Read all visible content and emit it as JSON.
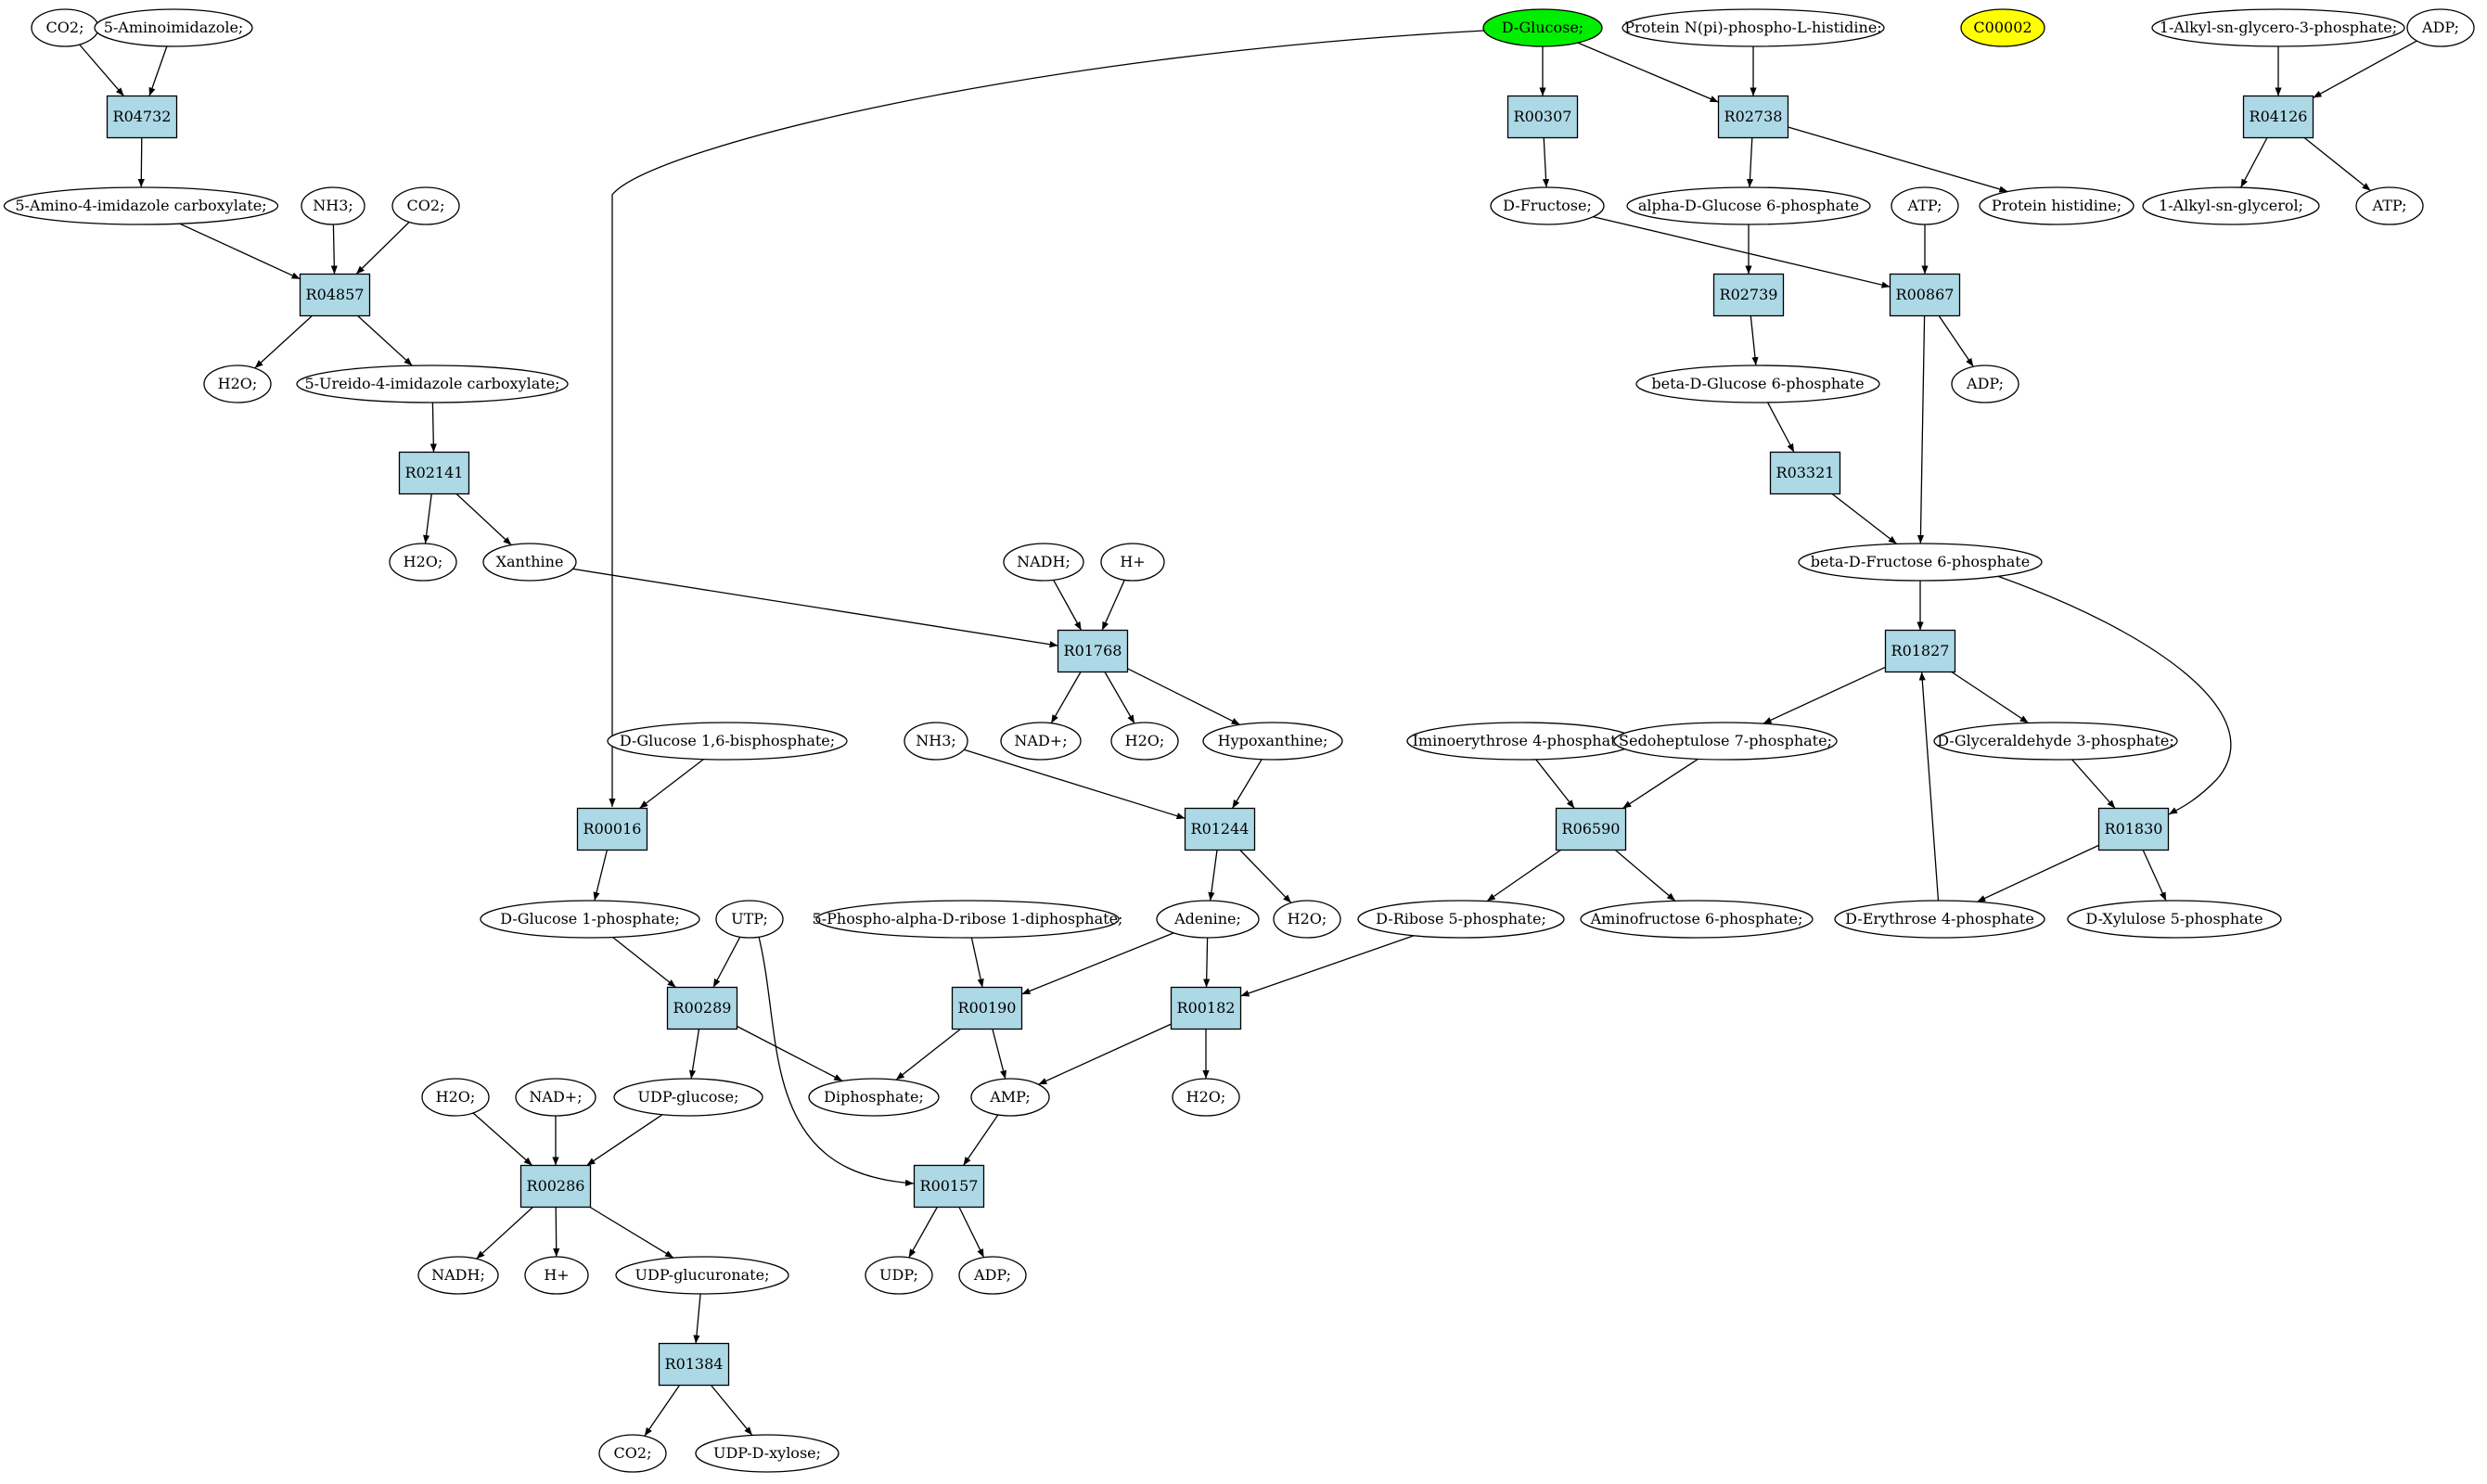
{
  "colors": {
    "compound": "#ffffff",
    "reaction": "#add8e6",
    "highlight_green": "#00ee00",
    "highlight_yellow": "#ffff00"
  },
  "compounds": [
    {
      "id": "co2_a",
      "label": "CO2;"
    },
    {
      "id": "aminoimidazole",
      "label": "5-Aminoimidazole;"
    },
    {
      "id": "amino4",
      "label": "5-Amino-4-imidazole carboxylate;"
    },
    {
      "id": "nh3_a",
      "label": "NH3;"
    },
    {
      "id": "co2_b",
      "label": "CO2;"
    },
    {
      "id": "h2o_a",
      "label": "H2O;"
    },
    {
      "id": "ureido",
      "label": "5-Ureido-4-imidazole carboxylate;"
    },
    {
      "id": "h2o_b",
      "label": "H2O;"
    },
    {
      "id": "xanthine",
      "label": "Xanthine"
    },
    {
      "id": "dglucose",
      "label": "D-Glucose;",
      "highlight": "green"
    },
    {
      "id": "protnpi",
      "label": "Protein N(pi)-phospho-L-histidine;"
    },
    {
      "id": "c00002",
      "label": "C00002",
      "highlight": "yellow"
    },
    {
      "id": "alkylg3p",
      "label": "1-Alkyl-sn-glycero-3-phosphate;"
    },
    {
      "id": "adp_a",
      "label": "ADP;"
    },
    {
      "id": "dfructose",
      "label": "D-Fructose;"
    },
    {
      "id": "aglc6p",
      "label": "alpha-D-Glucose 6-phosphate"
    },
    {
      "id": "prothis",
      "label": "Protein histidine;"
    },
    {
      "id": "atp_a",
      "label": "ATP;"
    },
    {
      "id": "alkylglycerol",
      "label": "1-Alkyl-sn-glycerol;"
    },
    {
      "id": "atp_b",
      "label": "ATP;"
    },
    {
      "id": "adp_b",
      "label": "ADP;"
    },
    {
      "id": "bglc6p",
      "label": "beta-D-Glucose 6-phosphate"
    },
    {
      "id": "bfru6p",
      "label": "beta-D-Fructose 6-phosphate"
    },
    {
      "id": "nadh_a",
      "label": "NADH;"
    },
    {
      "id": "hplus_a",
      "label": "H+"
    },
    {
      "id": "nadplus_a",
      "label": "NAD+;"
    },
    {
      "id": "h2o_c",
      "label": "H2O;"
    },
    {
      "id": "hypoxanthine",
      "label": "Hypoxanthine;"
    },
    {
      "id": "glc16bp",
      "label": "D-Glucose 1,6-bisphosphate;"
    },
    {
      "id": "nh3_b",
      "label": "NH3;"
    },
    {
      "id": "iminoery",
      "label": "Iminoerythrose 4-phosphate;"
    },
    {
      "id": "sedo7p",
      "label": "Sedoheptulose 7-phosphate;"
    },
    {
      "id": "gap",
      "label": "D-Glyceraldehyde 3-phosphate;"
    },
    {
      "id": "glc1p",
      "label": "D-Glucose 1-phosphate;"
    },
    {
      "id": "utp",
      "label": "UTP;"
    },
    {
      "id": "prpp",
      "label": "5-Phospho-alpha-D-ribose 1-diphosphate;"
    },
    {
      "id": "adenine",
      "label": "Adenine;"
    },
    {
      "id": "h2o_d",
      "label": "H2O;"
    },
    {
      "id": "rib5p",
      "label": "D-Ribose 5-phosphate;"
    },
    {
      "id": "aminofru6p",
      "label": "Aminofructose 6-phosphate;"
    },
    {
      "id": "ery4p",
      "label": "D-Erythrose 4-phosphate"
    },
    {
      "id": "xyl5p",
      "label": "D-Xylulose 5-phosphate"
    },
    {
      "id": "h2o_e",
      "label": "H2O;"
    },
    {
      "id": "nadplus_b",
      "label": "NAD+;"
    },
    {
      "id": "udpglucose",
      "label": "UDP-glucose;"
    },
    {
      "id": "diphosphate",
      "label": "Diphosphate;"
    },
    {
      "id": "amp",
      "label": "AMP;"
    },
    {
      "id": "h2o_f",
      "label": "H2O;"
    },
    {
      "id": "nadh_b",
      "label": "NADH;"
    },
    {
      "id": "hplus_b",
      "label": "H+"
    },
    {
      "id": "udpglucuronate",
      "label": "UDP-glucuronate;"
    },
    {
      "id": "udp",
      "label": "UDP;"
    },
    {
      "id": "adp_c",
      "label": "ADP;"
    },
    {
      "id": "co2_c",
      "label": "CO2;"
    },
    {
      "id": "udpxylose",
      "label": "UDP-D-xylose;"
    }
  ],
  "reactions": [
    {
      "id": "R04732",
      "label": "R04732"
    },
    {
      "id": "R04857",
      "label": "R04857"
    },
    {
      "id": "R02141",
      "label": "R02141"
    },
    {
      "id": "R00307",
      "label": "R00307"
    },
    {
      "id": "R02738",
      "label": "R02738"
    },
    {
      "id": "R04126",
      "label": "R04126"
    },
    {
      "id": "R02739",
      "label": "R02739"
    },
    {
      "id": "R00867",
      "label": "R00867"
    },
    {
      "id": "R03321",
      "label": "R03321"
    },
    {
      "id": "R01768",
      "label": "R01768"
    },
    {
      "id": "R01827",
      "label": "R01827"
    },
    {
      "id": "R00016",
      "label": "R00016"
    },
    {
      "id": "R01244",
      "label": "R01244"
    },
    {
      "id": "R06590",
      "label": "R06590"
    },
    {
      "id": "R01830",
      "label": "R01830"
    },
    {
      "id": "R00289",
      "label": "R00289"
    },
    {
      "id": "R00190",
      "label": "R00190"
    },
    {
      "id": "R00182",
      "label": "R00182"
    },
    {
      "id": "R00286",
      "label": "R00286"
    },
    {
      "id": "R00157",
      "label": "R00157"
    },
    {
      "id": "R01384",
      "label": "R01384"
    }
  ],
  "edges": [
    [
      "co2_a",
      "R04732"
    ],
    [
      "aminoimidazole",
      "R04732"
    ],
    [
      "R04732",
      "amino4"
    ],
    [
      "amino4",
      "R04857"
    ],
    [
      "nh3_a",
      "R04857"
    ],
    [
      "co2_b",
      "R04857"
    ],
    [
      "R04857",
      "h2o_a"
    ],
    [
      "R04857",
      "ureido"
    ],
    [
      "ureido",
      "R02141"
    ],
    [
      "R02141",
      "h2o_b"
    ],
    [
      "R02141",
      "xanthine"
    ],
    [
      "dglucose",
      "R00307"
    ],
    [
      "dglucose",
      "R02738"
    ],
    [
      "dglucose",
      "R00016"
    ],
    [
      "protnpi",
      "R02738"
    ],
    [
      "R00307",
      "dfructose"
    ],
    [
      "R02738",
      "aglc6p"
    ],
    [
      "R02738",
      "prothis"
    ],
    [
      "alkylg3p",
      "R04126"
    ],
    [
      "adp_a",
      "R04126"
    ],
    [
      "R04126",
      "alkylglycerol"
    ],
    [
      "R04126",
      "atp_b"
    ],
    [
      "aglc6p",
      "R02739"
    ],
    [
      "dfructose",
      "R00867"
    ],
    [
      "atp_a",
      "R00867"
    ],
    [
      "R00867",
      "adp_b"
    ],
    [
      "R00867",
      "bfru6p"
    ],
    [
      "R02739",
      "bglc6p"
    ],
    [
      "bglc6p",
      "R03321"
    ],
    [
      "R03321",
      "bfru6p"
    ],
    [
      "bfru6p",
      "R01827"
    ],
    [
      "bfru6p",
      "R01830"
    ],
    [
      "xanthine",
      "R01768"
    ],
    [
      "nadh_a",
      "R01768"
    ],
    [
      "hplus_a",
      "R01768"
    ],
    [
      "R01768",
      "nadplus_a"
    ],
    [
      "R01768",
      "h2o_c"
    ],
    [
      "R01768",
      "hypoxanthine"
    ],
    [
      "R01827",
      "sedo7p"
    ],
    [
      "R01827",
      "gap"
    ],
    [
      "ery4p",
      "R01827"
    ],
    [
      "glc16bp",
      "R00016"
    ],
    [
      "R00016",
      "glc1p"
    ],
    [
      "hypoxanthine",
      "R01244"
    ],
    [
      "nh3_b",
      "R01244"
    ],
    [
      "R01244",
      "adenine"
    ],
    [
      "R01244",
      "h2o_d"
    ],
    [
      "iminoery",
      "R06590"
    ],
    [
      "sedo7p",
      "R06590"
    ],
    [
      "R06590",
      "rib5p"
    ],
    [
      "R06590",
      "aminofru6p"
    ],
    [
      "gap",
      "R01830"
    ],
    [
      "R01830",
      "ery4p"
    ],
    [
      "R01830",
      "xyl5p"
    ],
    [
      "glc1p",
      "R00289"
    ],
    [
      "utp",
      "R00289"
    ],
    [
      "utp",
      "R00157"
    ],
    [
      "R00289",
      "udpglucose"
    ],
    [
      "R00289",
      "diphosphate"
    ],
    [
      "prpp",
      "R00190"
    ],
    [
      "adenine",
      "R00190"
    ],
    [
      "R00190",
      "diphosphate"
    ],
    [
      "R00190",
      "amp"
    ],
    [
      "adenine",
      "R00182"
    ],
    [
      "rib5p",
      "R00182"
    ],
    [
      "R00182",
      "amp"
    ],
    [
      "R00182",
      "h2o_f"
    ],
    [
      "h2o_e",
      "R00286"
    ],
    [
      "nadplus_b",
      "R00286"
    ],
    [
      "udpglucose",
      "R00286"
    ],
    [
      "R00286",
      "nadh_b"
    ],
    [
      "R00286",
      "hplus_b"
    ],
    [
      "R00286",
      "udpglucuronate"
    ],
    [
      "amp",
      "R00157"
    ],
    [
      "R00157",
      "udp"
    ],
    [
      "R00157",
      "adp_c"
    ],
    [
      "udpglucuronate",
      "R01384"
    ],
    [
      "R01384",
      "co2_c"
    ],
    [
      "R01384",
      "udpxylose"
    ]
  ]
}
